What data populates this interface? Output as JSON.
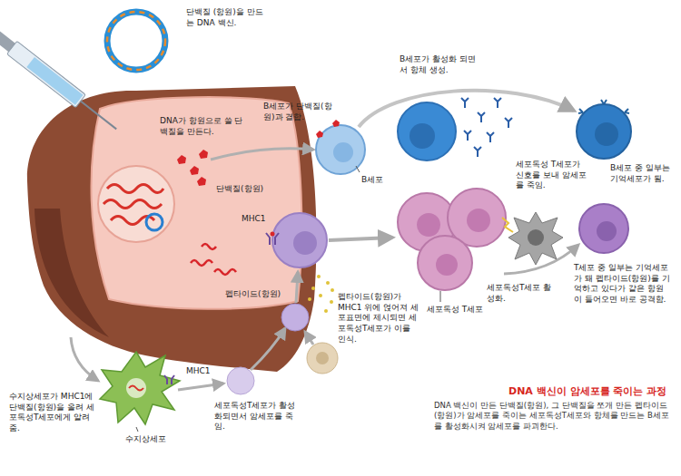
{
  "diagram": {
    "title": "DNA 백신이 암세포를 죽이는 과정",
    "caption": "DNA 백신이 만든 단백질(항원), 그 단백질을 쪼개 만든 펩타이드(항원)가 암세포를 죽이는 세포독성T세포와 항체를 만드는 B세포를 활성화시켜 암세포를 파괴한다.",
    "labels": [
      "단백질 (항원)을 만드는 DNA 백신.",
      "DNA가 항원으로 쓸 단백질을 만든다.",
      "B세포가 활성화 되면서 항체 생성.",
      "B세포가 단백질(항원)과 결합.",
      "B세포 중 일부는 기억세포가 됨.",
      "B세포",
      "단백질(항원)",
      "세포독성 T세포가 신호를 보내 암세포를 죽임.",
      "MHC1",
      "세포독성T세포 활성화.",
      "T세포 중 일부는 기억세포가 돼 펩타이드(항원)를 기억하고 있다가 같은 항원이 들어오면 바로 공격함.",
      "펩타이드(항원)",
      "펩타이드(항원)가 MHC1 위에 얹어져 세포표면에 제시되면 세포독성T세포가 이를 인식.",
      "세포독성 T세포",
      "MHC1",
      "수지상세포가 MHC1에 단백질(항원)을 올려 세포독성T세포에게 알려줌.",
      "세포독성T세포가 활성화되면서 암세포를 죽임.",
      "수지상세포"
    ]
  }
}
